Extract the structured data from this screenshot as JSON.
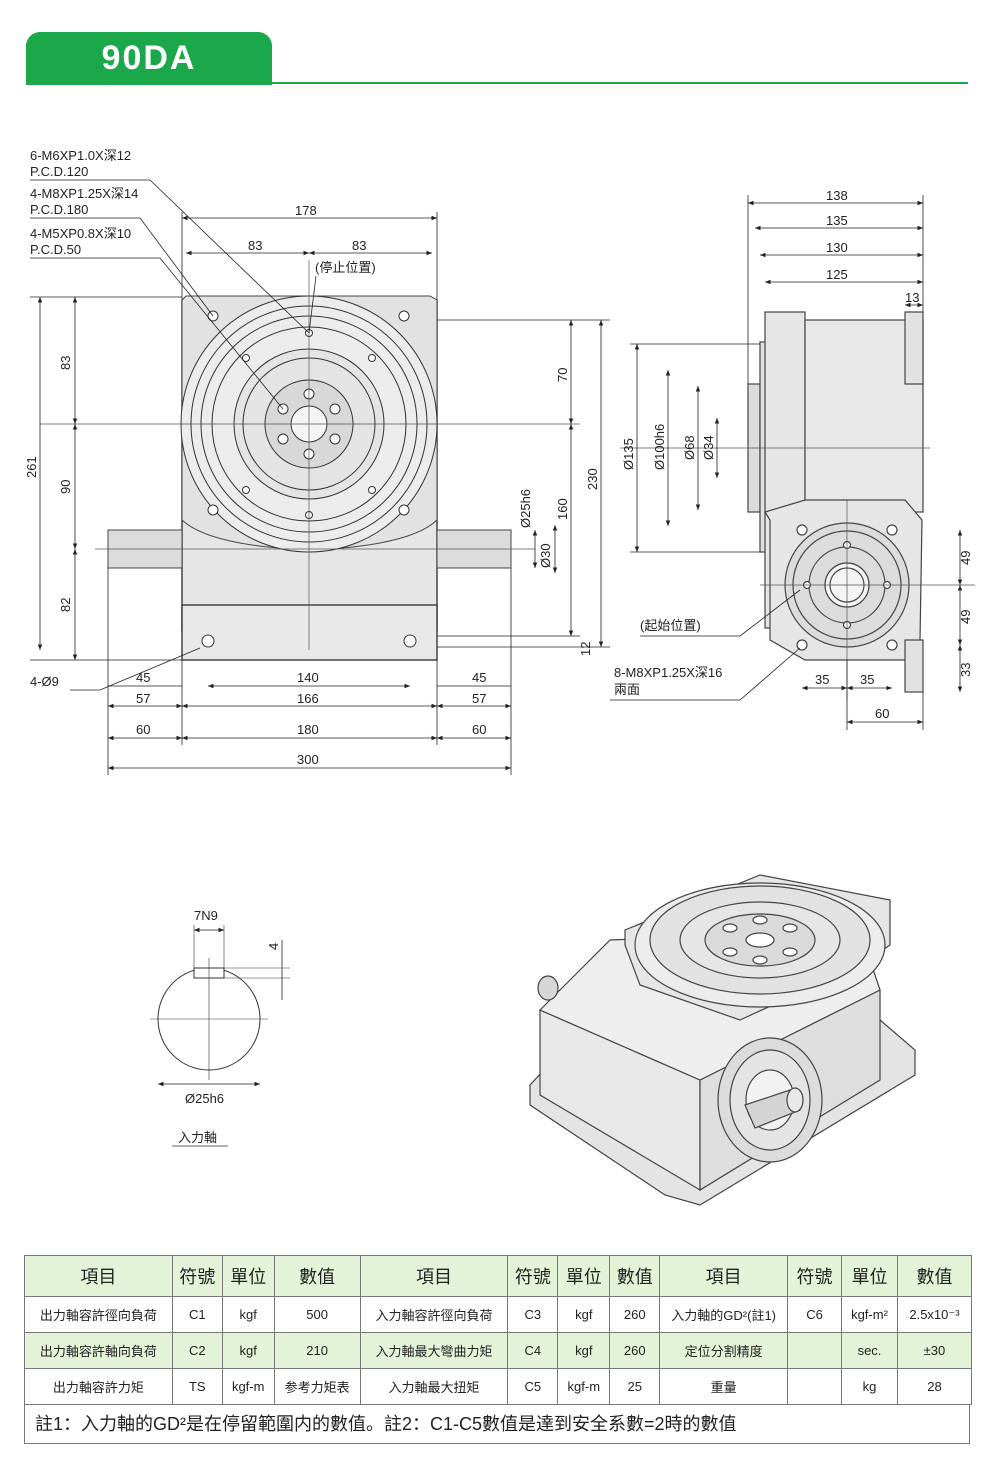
{
  "header": {
    "title": "90DA"
  },
  "front_view": {
    "callouts": [
      "6-M6XP1.0X深12",
      "P.C.D.120",
      "4-M8XP1.25X深14",
      "P.C.D.180",
      "4-M5XP0.8X深10",
      "P.C.D.50"
    ],
    "stop_position": "(停止位置)",
    "holes_label": "4-Ø9",
    "top_dims": [
      "178",
      "83",
      "83"
    ],
    "left_dims": [
      "261",
      "83",
      "90",
      "82"
    ],
    "right_dims": [
      "70",
      "230",
      "160",
      "Ø25h6",
      "Ø30",
      "12"
    ],
    "bottom_dims": [
      "45",
      "140",
      "45",
      "57",
      "166",
      "57",
      "60",
      "180",
      "60",
      "300"
    ]
  },
  "side_view": {
    "top_dims": [
      "138",
      "135",
      "130",
      "125",
      "13"
    ],
    "vertical_dims": [
      "Ø135",
      "Ø100h6",
      "Ø68",
      "Ø34"
    ],
    "right_dims": [
      "49",
      "49",
      "33"
    ],
    "bottom_dims": [
      "35",
      "35",
      "60"
    ],
    "start_position": "(起始位置)",
    "callout_line1": "8-M8XP1.25X深16",
    "callout_line2": "兩面"
  },
  "shaft_detail": {
    "key": "7N9",
    "depth": "4",
    "diameter": "Ø25h6",
    "caption": "入力軸"
  },
  "spec_table": {
    "headers": [
      "項目",
      "符號",
      "單位",
      "數值",
      "項目",
      "符號",
      "單位",
      "數值",
      "項目",
      "符號",
      "單位",
      "數值"
    ],
    "rows": [
      [
        "出力軸容許徑向負荷",
        "C1",
        "kgf",
        "500",
        "入力軸容許徑向負荷",
        "C3",
        "kgf",
        "260",
        "入力軸的GD²(註1)",
        "C6",
        "kgf-m²",
        "2.5x10⁻³"
      ],
      [
        "出力軸容許軸向負荷",
        "C2",
        "kgf",
        "210",
        "入力軸最大彎曲力矩",
        "C4",
        "kgf",
        "260",
        "定位分割精度",
        "",
        "sec.",
        "±30"
      ],
      [
        "出力軸容許力矩",
        "TS",
        "kgf-m",
        "参考力矩表",
        "入力軸最大扭矩",
        "C5",
        "kgf-m",
        "25",
        "重量",
        "",
        "kg",
        "28"
      ]
    ],
    "note": "註1：入力軸的GD²是在停留範圍内的數值。註2：C1-C5數值是達到安全系數=2時的數值"
  }
}
